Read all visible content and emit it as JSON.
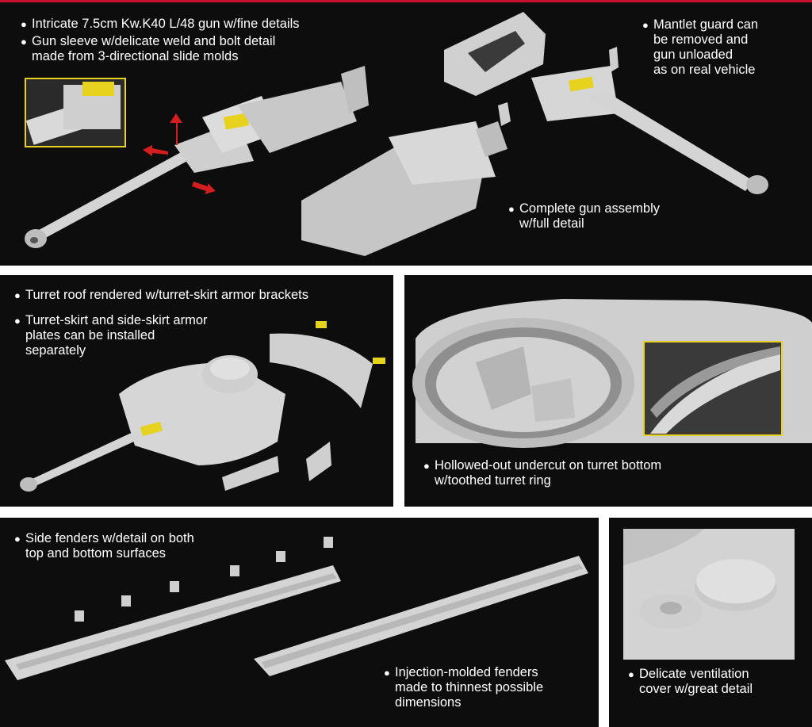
{
  "colors": {
    "panel_bg": "#0d0d0d",
    "divider": "#ffffff",
    "part": "#d6d6d6",
    "highlight_yellow": "#e6d21f",
    "arrow_red": "#d21e1e",
    "accent_red": "#c8102e"
  },
  "panels": {
    "gun": {
      "caption_1": [
        "Intricate 7.5cm Kw.K40 L/48 gun w/fine details"
      ],
      "caption_2": [
        "Gun sleeve w/delicate weld and bolt detail",
        "made from 3-directional slide molds"
      ],
      "caption_3": [
        "Mantlet guard can",
        "be removed and",
        "gun unloaded",
        "as on real vehicle"
      ],
      "caption_4": [
        "Complete gun assembly",
        "w/full detail"
      ]
    },
    "turret": {
      "caption_1": [
        "Turret roof rendered w/turret-skirt armor brackets"
      ],
      "caption_2": [
        "Turret-skirt and side-skirt armor",
        "plates can be installed",
        "separately"
      ]
    },
    "turret_bottom": {
      "caption_1": [
        "Hollowed-out undercut on turret bottom",
        "w/toothed turret ring"
      ]
    },
    "fenders": {
      "caption_1": [
        "Side fenders w/detail on both",
        "top and bottom surfaces"
      ],
      "caption_2": [
        "Injection-molded fenders",
        "made to thinnest possible",
        "dimensions"
      ]
    },
    "vent": {
      "caption_1": [
        "Delicate ventilation",
        "cover w/great detail"
      ]
    }
  }
}
